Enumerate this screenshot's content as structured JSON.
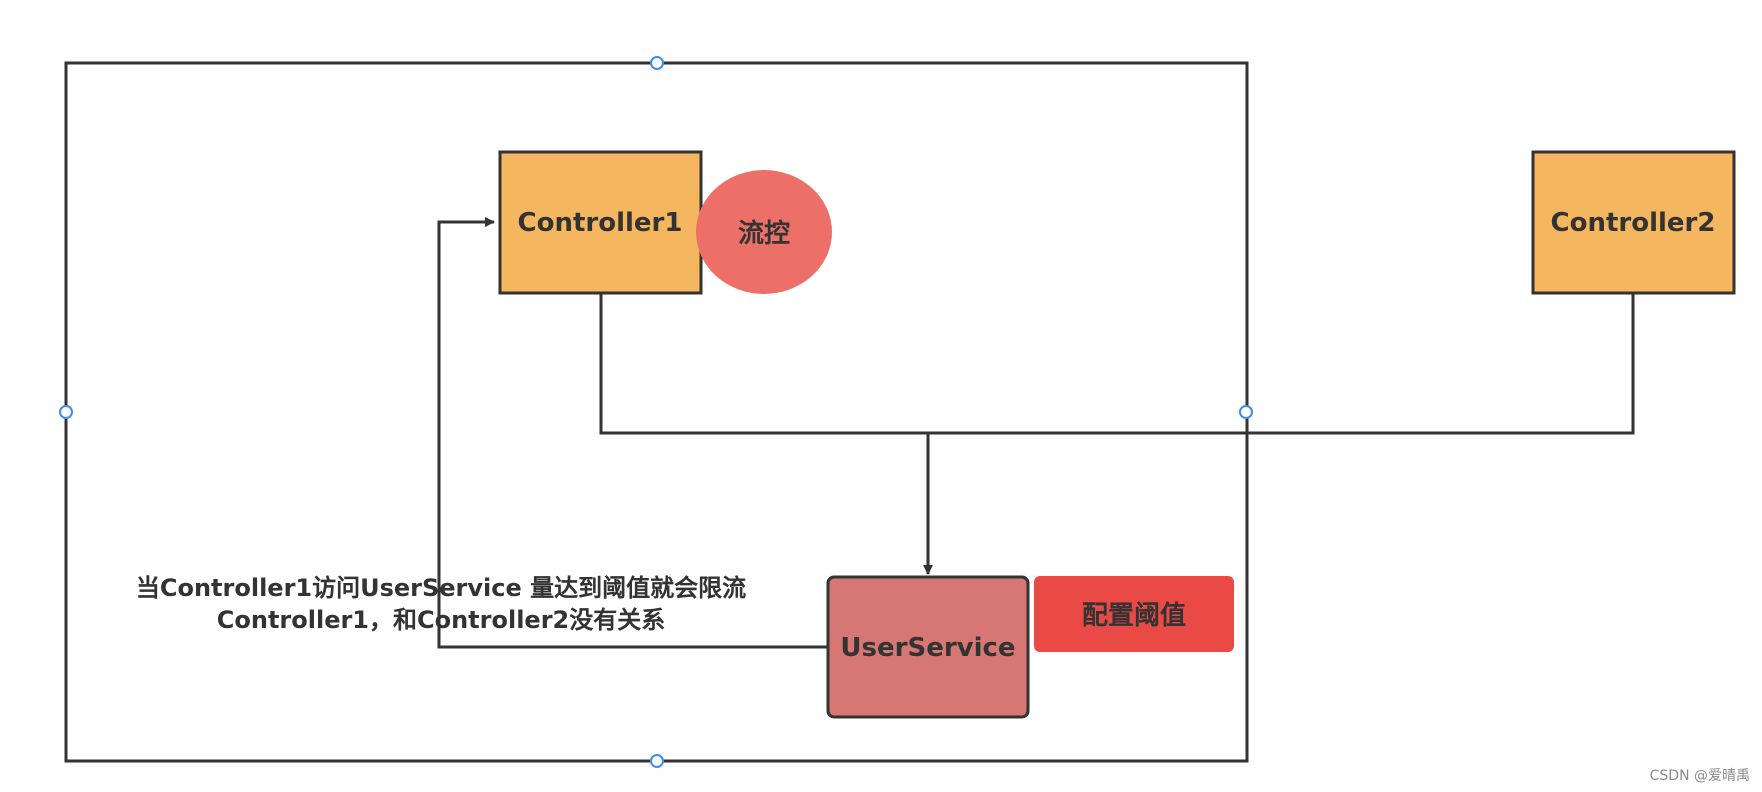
{
  "nodes": {
    "controller1": {
      "label": "Controller1"
    },
    "controller2": {
      "label": "Controller2"
    },
    "flow_control": {
      "label": "流控"
    },
    "user_service": {
      "label": "UserService"
    },
    "threshold": {
      "label": "配置阈值"
    }
  },
  "annotation": {
    "line1": "当Controller1访问UserService 量达到阈值就会限流",
    "line2": "Controller1，和Controller2没有关系"
  },
  "watermark": {
    "text": "CSDN @爱晴禹"
  },
  "colors": {
    "controller_fill": "#f4b75f",
    "flow_control_fill": "#ec7068",
    "user_service_fill": "#d77773",
    "threshold_fill": "#ea4a46",
    "line": "#333333",
    "handle": "#3d8cf0"
  }
}
